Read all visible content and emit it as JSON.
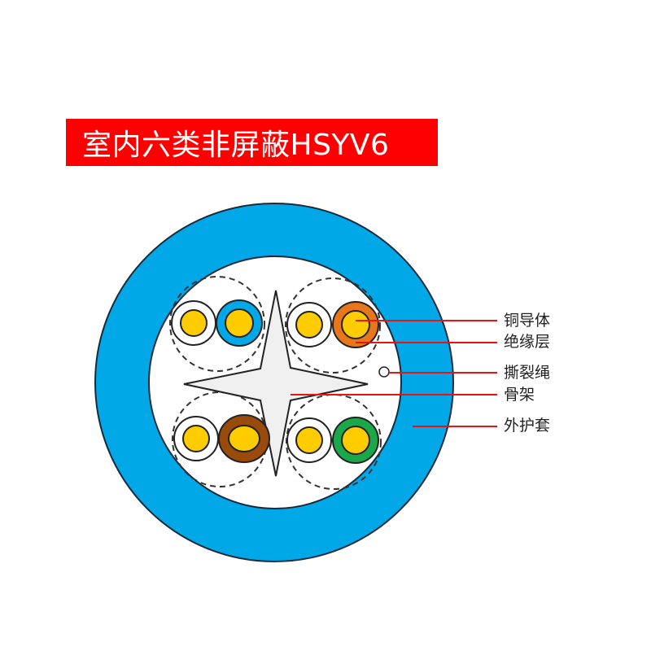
{
  "title": "室内六类非屏蔽HSYV6",
  "colors": {
    "banner": "#ff0000",
    "jacket": "#00a8e8",
    "conductor": "#ffcc00",
    "separator": "#f0f0f0",
    "leader_line": "#ee1111",
    "pair_blue": "#00a8e8",
    "pair_orange": "#e8761a",
    "pair_brown": "#9a4a0a",
    "pair_green": "#1aa84a"
  },
  "labels": {
    "copper_conductor": "铜导体",
    "insulation": "绝缘层",
    "rip_cord": "撕裂绳",
    "separator": "骨架",
    "outer_jacket": "外护套"
  },
  "pairs": [
    {
      "position": "top-left",
      "colors": [
        "white",
        "blue"
      ]
    },
    {
      "position": "top-right",
      "colors": [
        "white",
        "orange"
      ]
    },
    {
      "position": "bottom-left",
      "colors": [
        "white",
        "brown"
      ]
    },
    {
      "position": "bottom-right",
      "colors": [
        "white",
        "green"
      ]
    }
  ]
}
